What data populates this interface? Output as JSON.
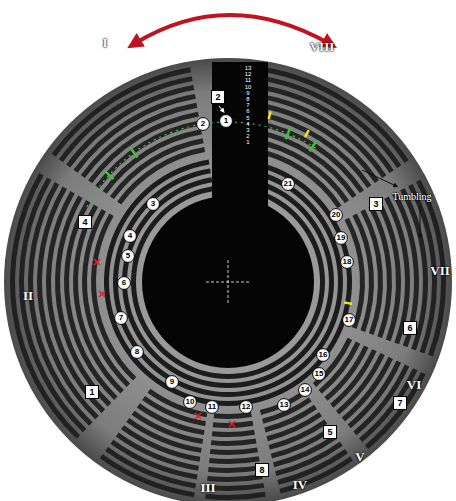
{
  "diagram": {
    "nodes": [
      {
        "text": [
          "2"
        ]
      },
      {
        "text": [
          "3"
        ]
      },
      {
        "text": [
          "4"
        ]
      },
      {
        "text": [
          "6"
        ]
      },
      {
        "text": [
          "1"
        ]
      },
      {
        "text": [
          "7"
        ]
      },
      {
        "text": [
          "5"
        ]
      },
      {
        "text": [
          "8"
        ]
      },
      {
        "text": [
          "1"
        ]
      },
      {
        "text": [
          "2"
        ]
      },
      {
        "text": [
          "3"
        ]
      },
      {
        "text": [
          "4"
        ]
      },
      {
        "text": [
          "5"
        ]
      },
      {
        "text": [
          "6"
        ]
      },
      {
        "text": [
          "7"
        ]
      },
      {
        "text": [
          "8"
        ]
      },
      {
        "text": [
          "9"
        ]
      },
      {
        "text": [
          "10"
        ]
      },
      {
        "text": [
          "11"
        ]
      },
      {
        "text": [
          "12"
        ]
      },
      {
        "text": [
          "13"
        ]
      },
      {
        "text": [
          "14"
        ]
      },
      {
        "text": [
          "15"
        ]
      },
      {
        "text": [
          "16"
        ]
      },
      {
        "text": [
          "17"
        ]
      },
      {
        "text": [
          "18"
        ]
      },
      {
        "text": [
          "19"
        ]
      },
      {
        "text": [
          "20"
        ]
      },
      {
        "text": [
          "21"
        ]
      }
    ],
    "labels": [
      "13",
      "12",
      "11",
      "10",
      "9",
      "8",
      "7",
      "6",
      "5",
      "4",
      "3",
      "2",
      "1",
      "I",
      "VIII",
      "Tumbling",
      "II",
      "VII",
      "VI",
      "V",
      "IV",
      "III"
    ]
  }
}
